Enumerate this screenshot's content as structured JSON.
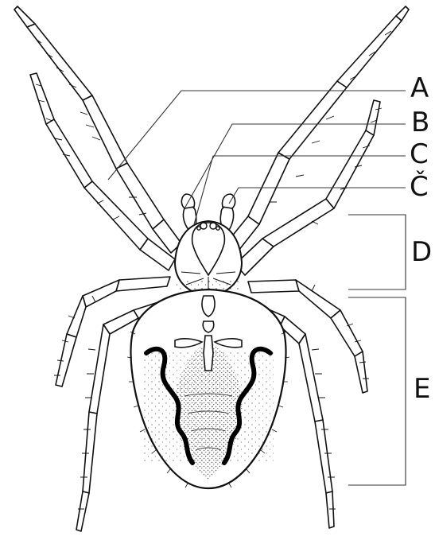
{
  "labels": {
    "A": "A",
    "B": "B",
    "C": "C",
    "Cc": "Č",
    "D": "D",
    "E": "E"
  },
  "colors": {
    "ink": "#111111",
    "background": "#ffffff"
  }
}
